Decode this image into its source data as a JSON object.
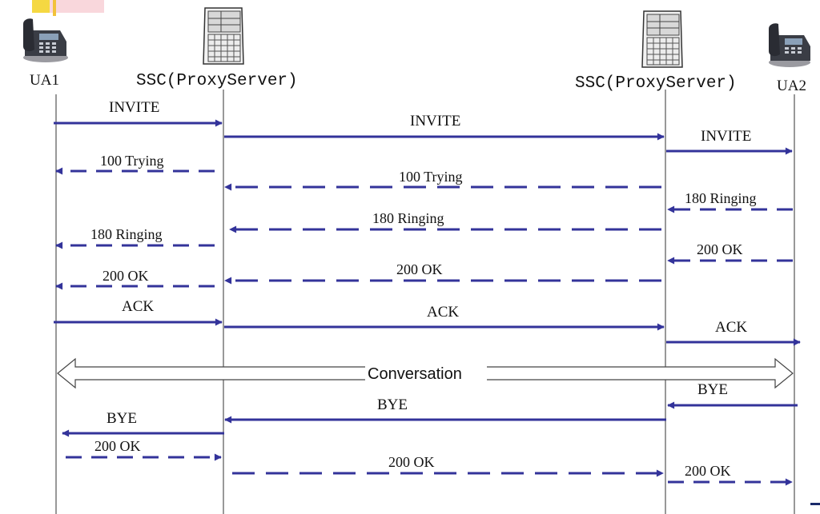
{
  "colors": {
    "arrow": "#33339a",
    "lifeline": "#555555",
    "corner_yellow": "#f5d842",
    "corner_pink": "#f9d7dc"
  },
  "participants": {
    "ua1": "UA1",
    "ssc1": "SSC(ProxyServer)",
    "ssc2": "SSC(ProxyServer)",
    "ua2": "UA2"
  },
  "icons": {
    "phone": "phone-icon",
    "server": "server-icon"
  },
  "messages": {
    "m1": "INVITE",
    "m2": "INVITE",
    "m3": "INVITE",
    "m4": "100 Trying",
    "m5": "100 Trying",
    "m6": "180 Ringing",
    "m7": "180 Ringing",
    "m8": "180 Ringing",
    "m9": "200 OK",
    "m10": "200 OK",
    "m11": "200 OK",
    "m12": "ACK",
    "m13": "ACK",
    "m14": "ACK",
    "m15": "BYE",
    "m16": "BYE",
    "m17": "BYE",
    "m18": "200 OK",
    "m19": "200 OK",
    "m20": "200 OK"
  },
  "conversation": "Conversation"
}
